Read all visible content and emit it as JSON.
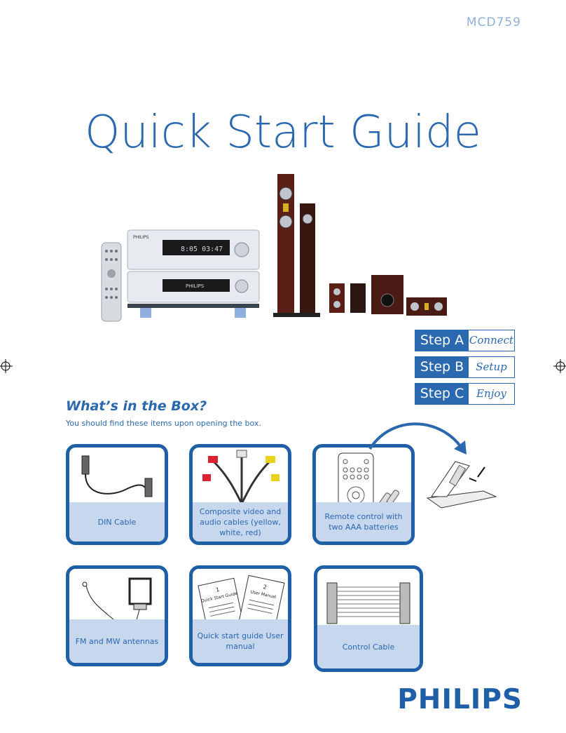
{
  "header": {
    "model": "MCD759",
    "title": "Quick Start Guide"
  },
  "steps": [
    {
      "label": "Step A",
      "sub": "Connect"
    },
    {
      "label": "Step B",
      "sub": "Setup"
    },
    {
      "label": "Step C",
      "sub": "Enjoy"
    }
  ],
  "box": {
    "title": "What’s in the Box?",
    "subtitle": "You should find these items upon opening the box.",
    "items": [
      {
        "caption": "DIN Cable"
      },
      {
        "caption": "Composite video and audio cables (yellow, white, red)"
      },
      {
        "caption": "Remote control with two AAA batteries"
      },
      {
        "caption": "FM and MW antennas"
      },
      {
        "caption": "Quick start guide User manual"
      },
      {
        "caption": "Control Cable"
      }
    ],
    "doc_labels": {
      "qsg_num": "1",
      "qsg": "Quick Start Guide",
      "um_num": "2",
      "um": "User Manual"
    }
  },
  "hero": {
    "brand_small": "PHILIPS"
  },
  "brand": {
    "logo": "PHILIPS"
  },
  "colors": {
    "accent": "#2a68b0",
    "caption_bg": "#c7d7ee",
    "border": "#1f5fa8"
  }
}
